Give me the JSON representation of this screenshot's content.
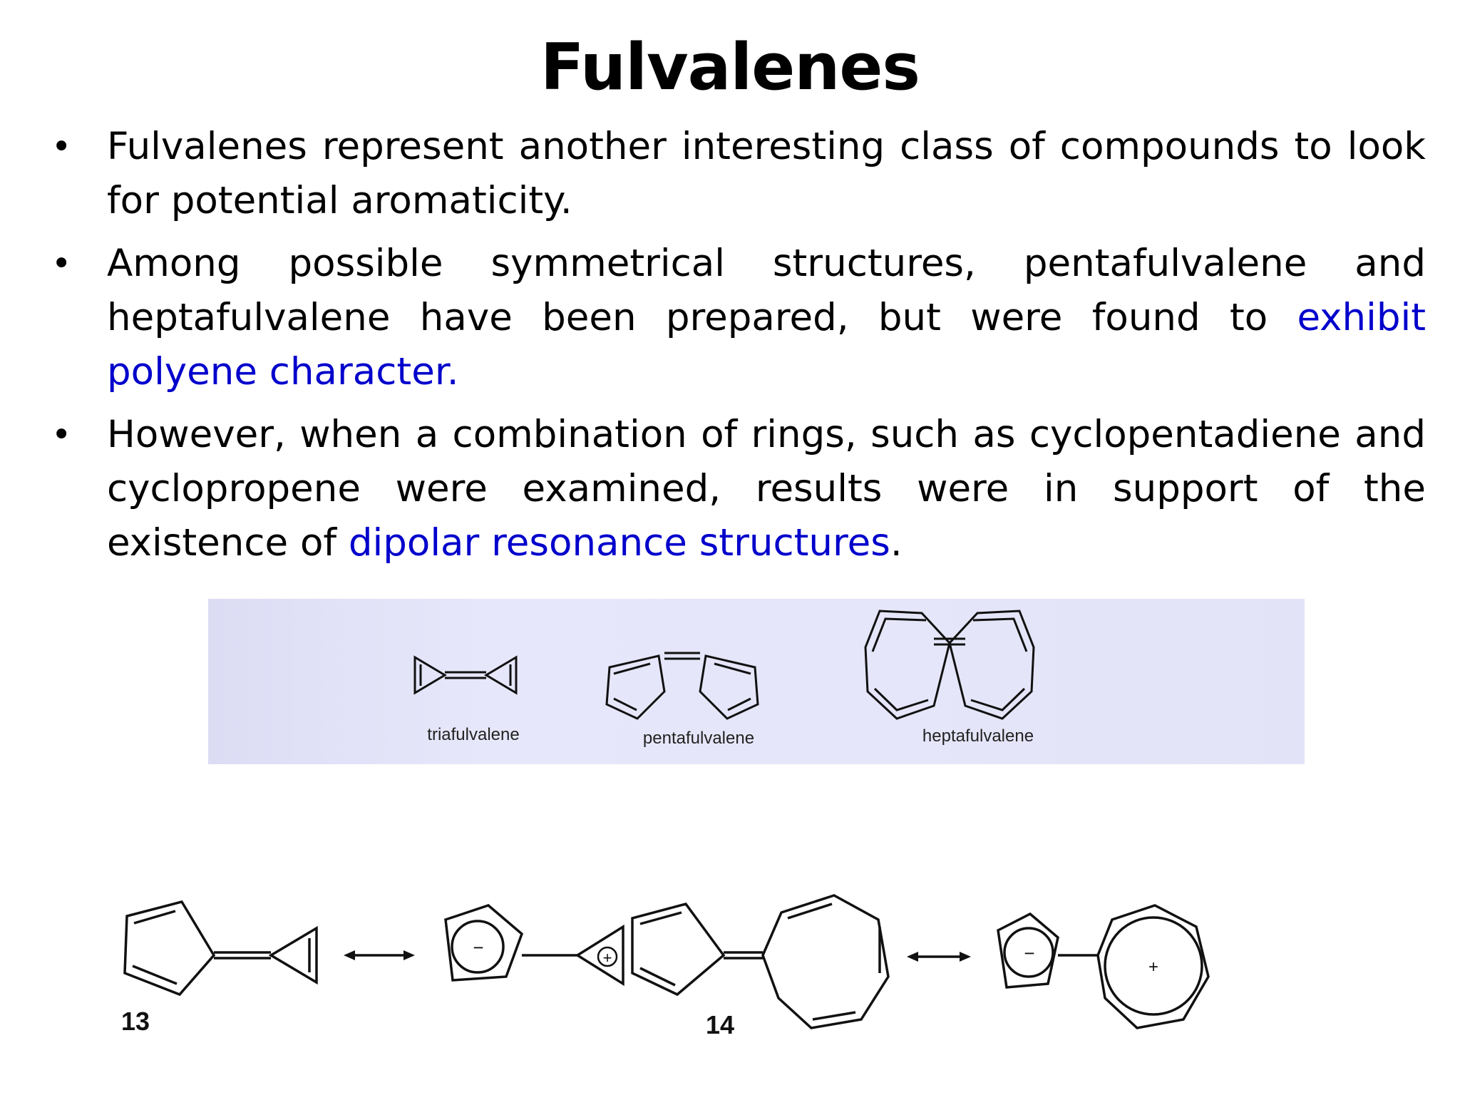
{
  "title": "Fulvalenes",
  "bullets": [
    {
      "plain": "Fulvalenes represent another interesting class of compounds to look for potential aromaticity.",
      "highlight": "",
      "tail": ""
    },
    {
      "plain": "Among possible symmetrical structures, pentafulvalene and heptafulvalene have been prepared, but were found to ",
      "highlight": "exhibit polyene character.",
      "tail": ""
    },
    {
      "plain": "However, when a combination of rings, such as cyclopentadiene and cyclopropene were examined, results were in support of the existence of ",
      "highlight": "dipolar resonance structures",
      "tail": "."
    }
  ],
  "figure1": {
    "labels": [
      "triafulvalene",
      "pentafulvalene",
      "heptafulvalene"
    ]
  },
  "figure2": {
    "compound_numbers": [
      "13",
      "14"
    ],
    "charges": {
      "minus": "−",
      "plus": "+"
    }
  },
  "colors": {
    "highlight": "#0000cc",
    "figure_background": "#e6e6fa"
  }
}
